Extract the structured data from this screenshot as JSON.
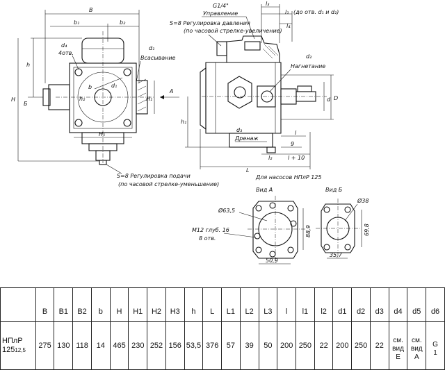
{
  "drawing": {
    "labels": {
      "B": "B",
      "b1": "b₁",
      "b2": "b₂",
      "h": "h",
      "H": "H",
      "H1": "H₁",
      "d4": "d₄",
      "d4_count": "4отв.",
      "b": "b",
      "d1": "d₁",
      "suction": "Всасывание",
      "A": "A",
      "B_view": "Б",
      "H1_bottom": "H₁",
      "s8_feed": "S=8 Регулировка подачи",
      "s8_feed_note": "(по часовой стрелке-уменьшение)",
      "thread": "G1/4\"",
      "control": "Управление",
      "s8_pressure": "S=8 Регулировка давления",
      "s8_pressure_note": "(по часовой стрелке-увеличение)",
      "L3": "l₃",
      "L1": "l₁",
      "L1_note": "(до отв. d₁ и d₂)",
      "L4": "l₄",
      "d2": "d₂",
      "discharge": "Нагнетание",
      "D": "D",
      "d": "d",
      "h1": "h₁",
      "d3": "d₃",
      "drain": "Дренаж",
      "l": "l",
      "l2": "l₂",
      "nine": "9",
      "l10": "l + 10",
      "L": "L",
      "pump_note": "Для насосов НПлР 125",
      "viewA": "Вид А",
      "viewB": "Вид Б",
      "d635": "Ø63,5",
      "m12": "M12 глуб. 16",
      "holes8": "8 отв.",
      "d889": "88,9",
      "d509": "50,9",
      "d38": "Ø38",
      "d698": "69,8",
      "d357": "35,7"
    }
  },
  "table": {
    "columns": [
      "",
      "B",
      "B1",
      "B2",
      "b",
      "H",
      "H1",
      "H2",
      "H3",
      "h",
      "L",
      "L1",
      "L2",
      "L3",
      "l",
      "l1",
      "l2",
      "d1",
      "d2",
      "d3",
      "d4",
      "d5",
      "d6"
    ],
    "model_main": "НПлР",
    "model_sub": "125",
    "model_small": "12,5",
    "values": [
      "275",
      "130",
      "118",
      "14",
      "465",
      "230",
      "252",
      "156",
      "53,5",
      "376",
      "57",
      "39",
      "50",
      "200",
      "250",
      "22",
      "200",
      "250",
      "22"
    ],
    "d4": [
      "см.",
      "вид",
      "Е"
    ],
    "d5": [
      "см.",
      "вид",
      "А"
    ],
    "d6": [
      "G",
      "1"
    ]
  }
}
